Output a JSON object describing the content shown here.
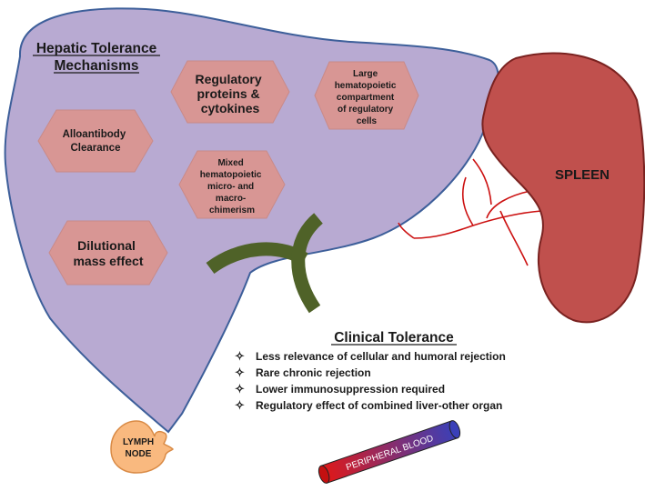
{
  "title": {
    "line1": "Hepatic Tolerance",
    "line2": "Mechanisms"
  },
  "mechanisms": [
    {
      "lines": [
        "Regulatory",
        "proteins &",
        "cytokines"
      ]
    },
    {
      "lines": [
        "Large",
        "hematopoietic",
        "compartment",
        "of regulatory",
        "cells"
      ]
    },
    {
      "lines": [
        "Alloantibody",
        "Clearance"
      ]
    },
    {
      "lines": [
        "Mixed",
        "hematopoietic",
        "micro- and",
        "macro-",
        "chimerism"
      ]
    },
    {
      "lines": [
        "Dilutional",
        "mass effect"
      ]
    }
  ],
  "spleen_label": "SPLEEN",
  "clinical": {
    "heading": "Clinical Tolerance",
    "items": [
      "Less relevance of cellular and humoral rejection",
      "Rare chronic rejection",
      "Lower immunosuppression required",
      "Regulatory effect of combined liver-other organ"
    ],
    "bullet_glyph": "✧"
  },
  "lymph_node": {
    "line1": "LYMPH",
    "line2": "NODE"
  },
  "peripheral_blood": "PERIPHERAL BLOOD",
  "colors": {
    "liver_fill": "#b8aad2",
    "liver_stroke": "#3d5f9a",
    "hexagon_fill": "#d89694",
    "hexagon_stroke": "#c98a88",
    "spleen_fill": "#c0504d",
    "spleen_stroke": "#7a2220",
    "vessel": "#cc1111",
    "connector": "#4f6228",
    "lymph_fill": "#f9b97f",
    "lymph_stroke": "#d98a45",
    "tube_red": "#e01818",
    "tube_blue": "#3a40b8"
  }
}
